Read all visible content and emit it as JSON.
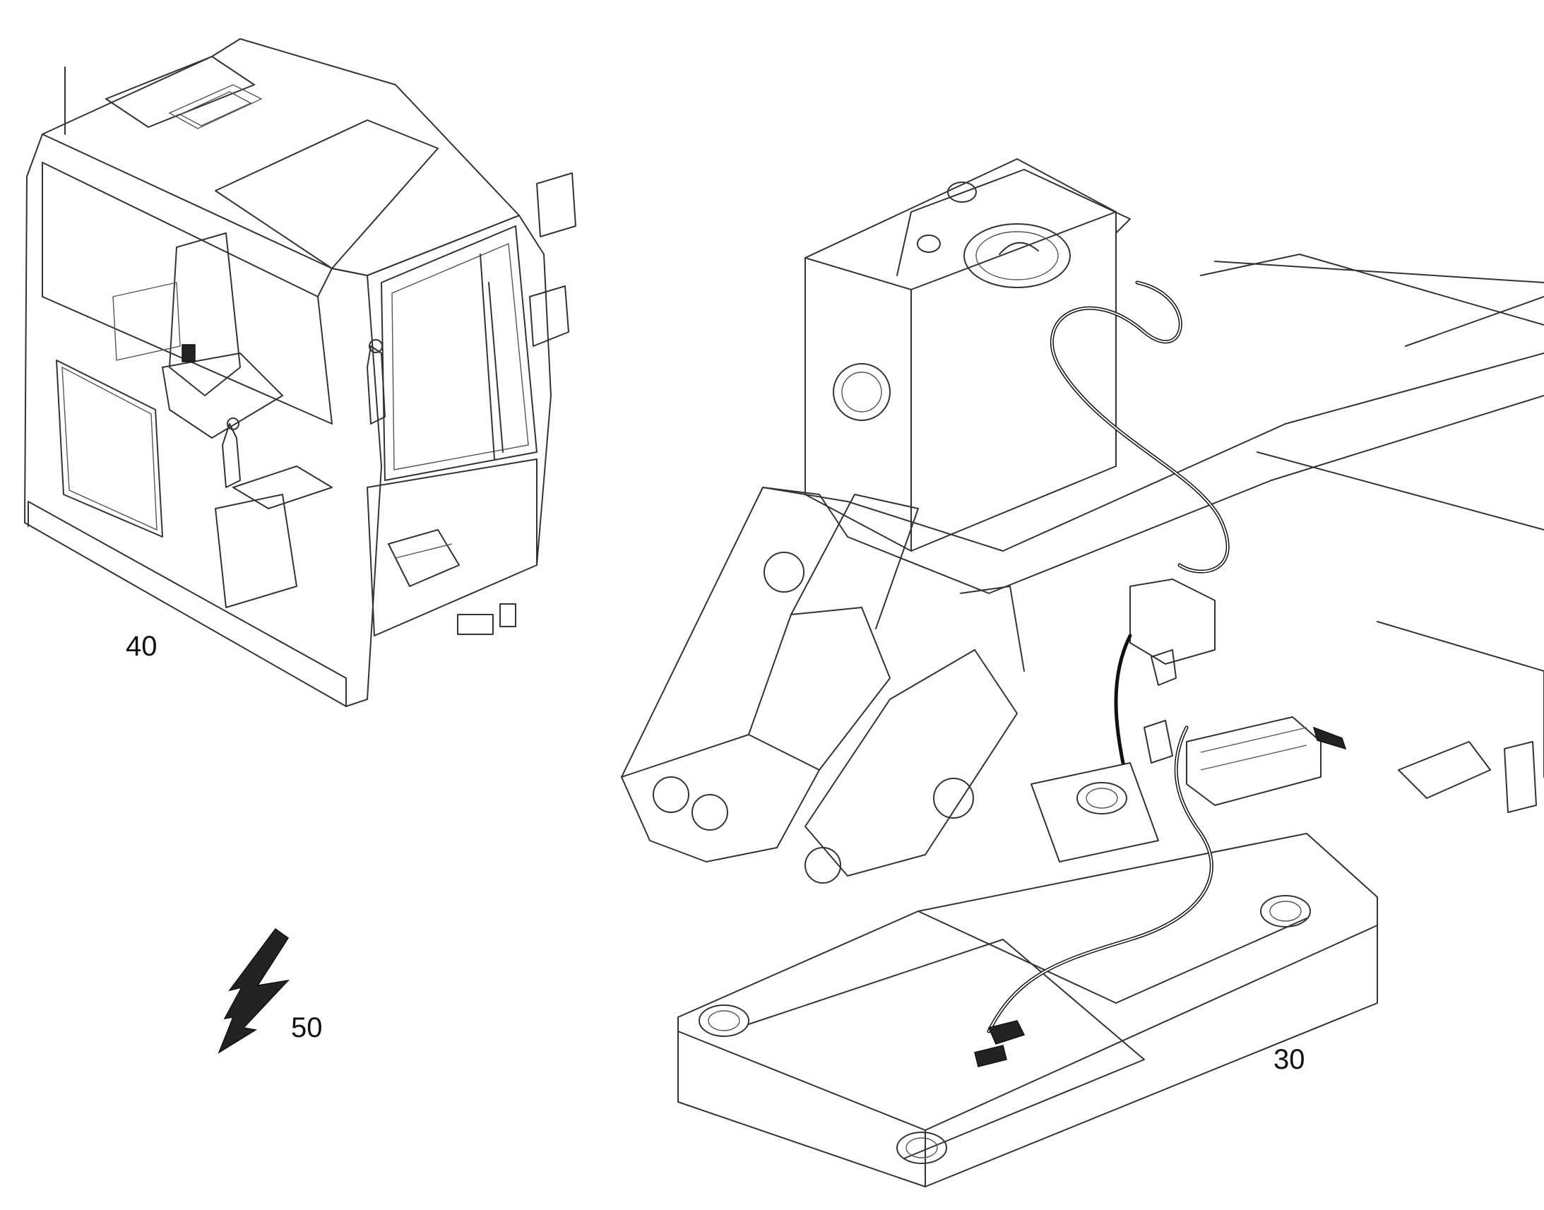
{
  "callouts": {
    "cab": "40",
    "electrical": "50",
    "frame": "30"
  },
  "icons": {
    "electrical": "lightning-bolt-icon"
  },
  "colors": {
    "line": "#333333",
    "hose": "#111111",
    "background": "#ffffff"
  }
}
